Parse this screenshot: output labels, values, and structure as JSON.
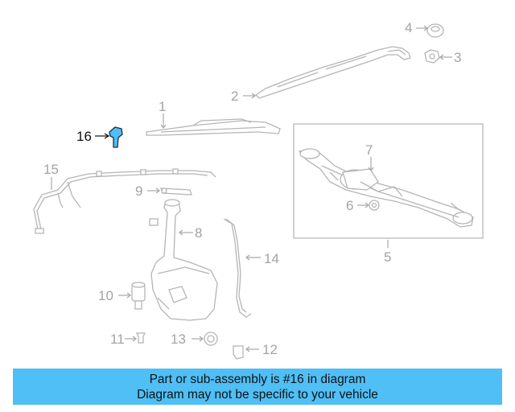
{
  "diagram": {
    "callouts": {
      "c1": "1",
      "c2": "2",
      "c3": "3",
      "c4": "4",
      "c5": "5",
      "c6": "6",
      "c7": "7",
      "c8": "8",
      "c9": "9",
      "c10": "10",
      "c11": "11",
      "c12": "12",
      "c13": "13",
      "c14": "14",
      "c15": "15",
      "c16": "16"
    },
    "highlighted_part": "16",
    "highlight_color": "#4fbff5"
  },
  "banner": {
    "line1": "Part or sub-assembly is #16 in diagram",
    "line2": "Diagram may not be specific to your vehicle",
    "background": "#4fbff5"
  }
}
